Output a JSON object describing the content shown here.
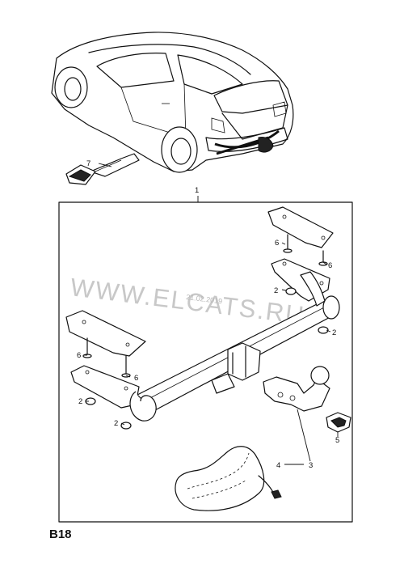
{
  "page_code": "B18",
  "watermark": {
    "site": "WWW.ELCATS.RU",
    "date": "21.02.2019"
  },
  "callouts": {
    "assembly": "1",
    "washer_2a": "2",
    "washer_2b": "2",
    "washer_2c": "2",
    "washer_2d": "2",
    "tow_ball": "3",
    "cover_bag": "4",
    "socket_cap": "5",
    "bolt_6a": "6",
    "bolt_6b": "6",
    "bolt_6c": "6",
    "bolt_6d": "6",
    "strap": "7"
  }
}
